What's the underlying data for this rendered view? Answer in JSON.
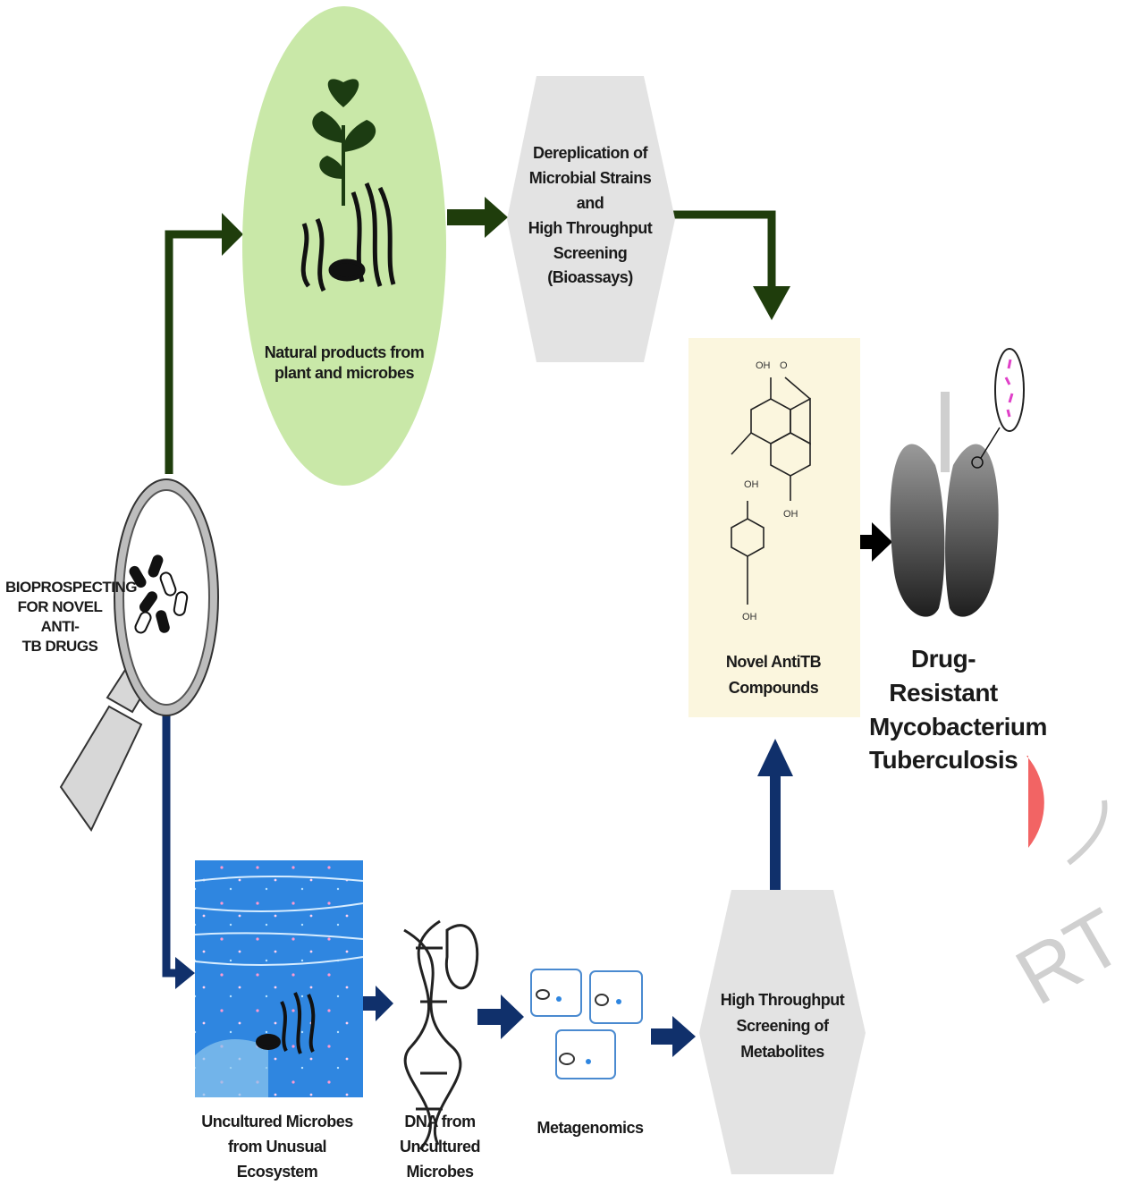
{
  "colors": {
    "green_arrow": "#1f3d0c",
    "blue_arrow": "#10306b",
    "black_arrow": "#000000",
    "green_circle": "#c9e8a8",
    "hexagon": "#e3e3e3",
    "compound_box": "#fbf6de",
    "water": "#2f86e0",
    "watermark": "#f04a4a",
    "bacteria": "#e040c8"
  },
  "icons": {
    "magnifier": "magnifier-icon",
    "plant": "plant-icon",
    "seaweed": "seaweed-icon",
    "dna": "dna-icon",
    "lungs": "lungs-icon",
    "cells": "cell-icon"
  },
  "labels": {
    "bioprospecting": [
      "BIOPROSPECTING",
      "FOR NOVEL ANTI-",
      "TB DRUGS"
    ],
    "natural_products": [
      "Natural products from",
      "plant and microbes"
    ],
    "dereplication": [
      "Dereplication of",
      "Microbial Strains and",
      "High Throughput",
      "Screening (Bioassays)"
    ],
    "novel_compounds": [
      "Novel AntiTB",
      "Compounds"
    ],
    "drug_resistant": [
      "Drug-Resistant",
      "Mycobacterium",
      "Tuberculosis"
    ],
    "uncultured": [
      "Uncultured Microbes",
      "from Unusual Ecosystem"
    ],
    "dna": [
      "DNA from Uncultured",
      "Microbes"
    ],
    "metagenomics": [
      "Metagenomics"
    ],
    "hts_metabolites": [
      "High Throughput",
      "Screening of",
      "Metabolites"
    ]
  },
  "chem_labels": {
    "oh_top": "OH",
    "o_top": "O",
    "oh_left": "OH",
    "oh_right": "OH",
    "oh_bottom": "OH"
  }
}
